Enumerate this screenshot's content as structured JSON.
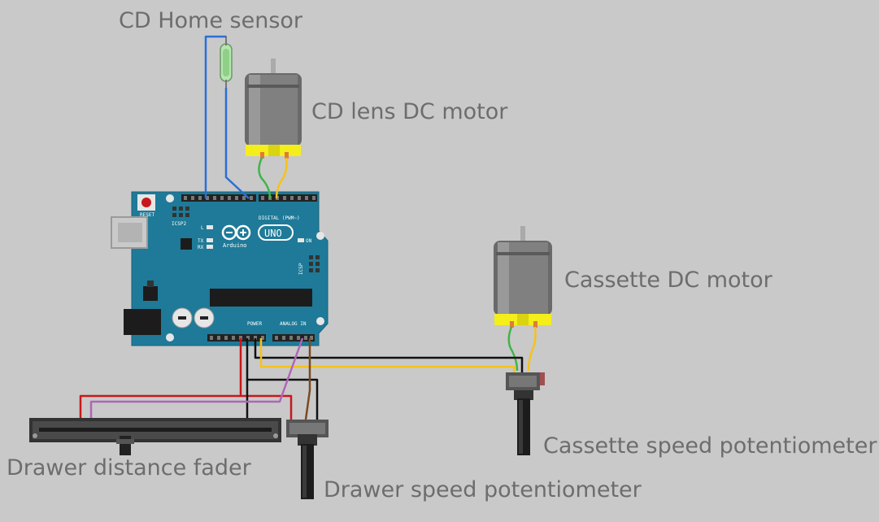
{
  "labels": {
    "cd_home_sensor": "CD Home sensor",
    "cd_lens_motor": "CD lens DC motor",
    "cassette_motor": "Cassette DC motor",
    "cassette_speed_pot": "Cassette speed potentiometer",
    "drawer_fader": "Drawer distance fader",
    "drawer_speed_pot": "Drawer speed potentiometer"
  },
  "arduino": {
    "reset": "RESET",
    "icsp2": "ICSP2",
    "icsp": "ICSP",
    "brand": "Arduino",
    "model": "UNO",
    "tx": "TX",
    "rx": "RX",
    "led_l": "L",
    "on": "ON",
    "digital": "DIGITAL (PWM~)",
    "power": "POWER",
    "analog": "ANALOG IN"
  },
  "colors": {
    "background": "#c9c9c9",
    "board": "#1e7a98",
    "wire_blue": "#2b6fd6",
    "wire_green": "#3fb54a",
    "wire_yellow": "#f5c21b",
    "wire_red": "#c8181b",
    "wire_black": "#111111",
    "wire_purple": "#b065b8",
    "wire_brown": "#7a4a21",
    "motor_yellow": "#f4ee1a",
    "label_gray": "#6d6d6d"
  }
}
